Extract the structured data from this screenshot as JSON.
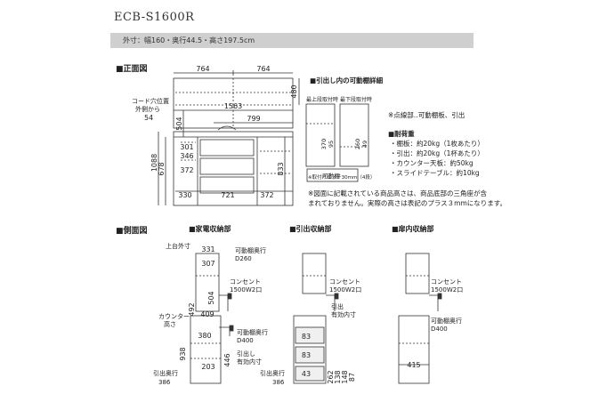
{
  "model": "ECB-S1600R",
  "spec": "外寸：幅160・奥行44.5・高さ197.5cm",
  "front": {
    "title": "■正面図",
    "top_widths": [
      "764",
      "764"
    ],
    "right_height": "480",
    "total_width": "1563",
    "cord_label": [
      "コード穴位置",
      "外側から",
      "54"
    ],
    "dim_799": "799",
    "dim_504": "504",
    "dim_301": "301",
    "dim_346": "346",
    "dim_372a": "372",
    "dim_1088": "1088",
    "dim_678": "678",
    "dim_833": "833",
    "bottom_dims": [
      "330",
      "721",
      "372"
    ]
  },
  "detail": {
    "title": "■引出し内の可動棚詳細",
    "left_label": "最上段取付時",
    "right_label": "最下段取付時",
    "dims": [
      "370",
      "95",
      "260",
      "49"
    ],
    "shelf_caption": [
      "可動棚",
      "※取付けピッチ30mm（4段）"
    ]
  },
  "notes": {
    "dots": "※点線部‥可動棚板、引出",
    "load_title": "■耐荷重",
    "loads": [
      "・棚板：約20kg（1枚あたり）",
      "・引出：約20kg（1杯あたり）",
      "・カウンター天板：約50kg",
      "・スライドテーブル：約10kg"
    ],
    "disclaimer": [
      "※図面に記載されている商品高さは、商品底部の三角座が含",
      "まれておりません。実際の高さは表記のプラス３mmになります。"
    ]
  },
  "side": {
    "title": "■側面図",
    "appliance": {
      "title": "■家電収納部",
      "top_outer": "上台外寸",
      "dim_331": "331",
      "dim_307": "307",
      "shelf_depth": "可動棚奥行",
      "shelf_depth_val": "D260",
      "outlet": "コンセント",
      "outlet_spec": "1500W2口",
      "dim_492": "492",
      "dim_504": "504",
      "dim_409": "409",
      "counter": "カウンター",
      "counter2": "高さ",
      "dim_938": "938",
      "dim_380": "380",
      "shelf_depth2": "可動棚奥行",
      "shelf_depth2_val": "D400",
      "drawer_depth": "引出し",
      "drawer_depth2": "有効内寸",
      "dim_446": "446",
      "dim_203": "203",
      "pull_depth": "引出奥行",
      "pull_depth_val": "386"
    },
    "drawer": {
      "title": "■引出収納部",
      "outlet": "コンセント",
      "outlet_spec": "1500W2口",
      "inner": "引出",
      "inner2": "有効内寸",
      "dims": [
        "262",
        "138",
        "148",
        "87"
      ],
      "vals": [
        "83",
        "83",
        "43"
      ],
      "pull_depth": "引出奥行",
      "pull_depth_val": "386"
    },
    "door": {
      "title": "■扉内収納部",
      "outlet": "コンセント",
      "outlet_spec": "1500W2口",
      "shelf_depth": "可動棚奥行",
      "shelf_depth_val": "D400",
      "dim_415": "415"
    }
  }
}
